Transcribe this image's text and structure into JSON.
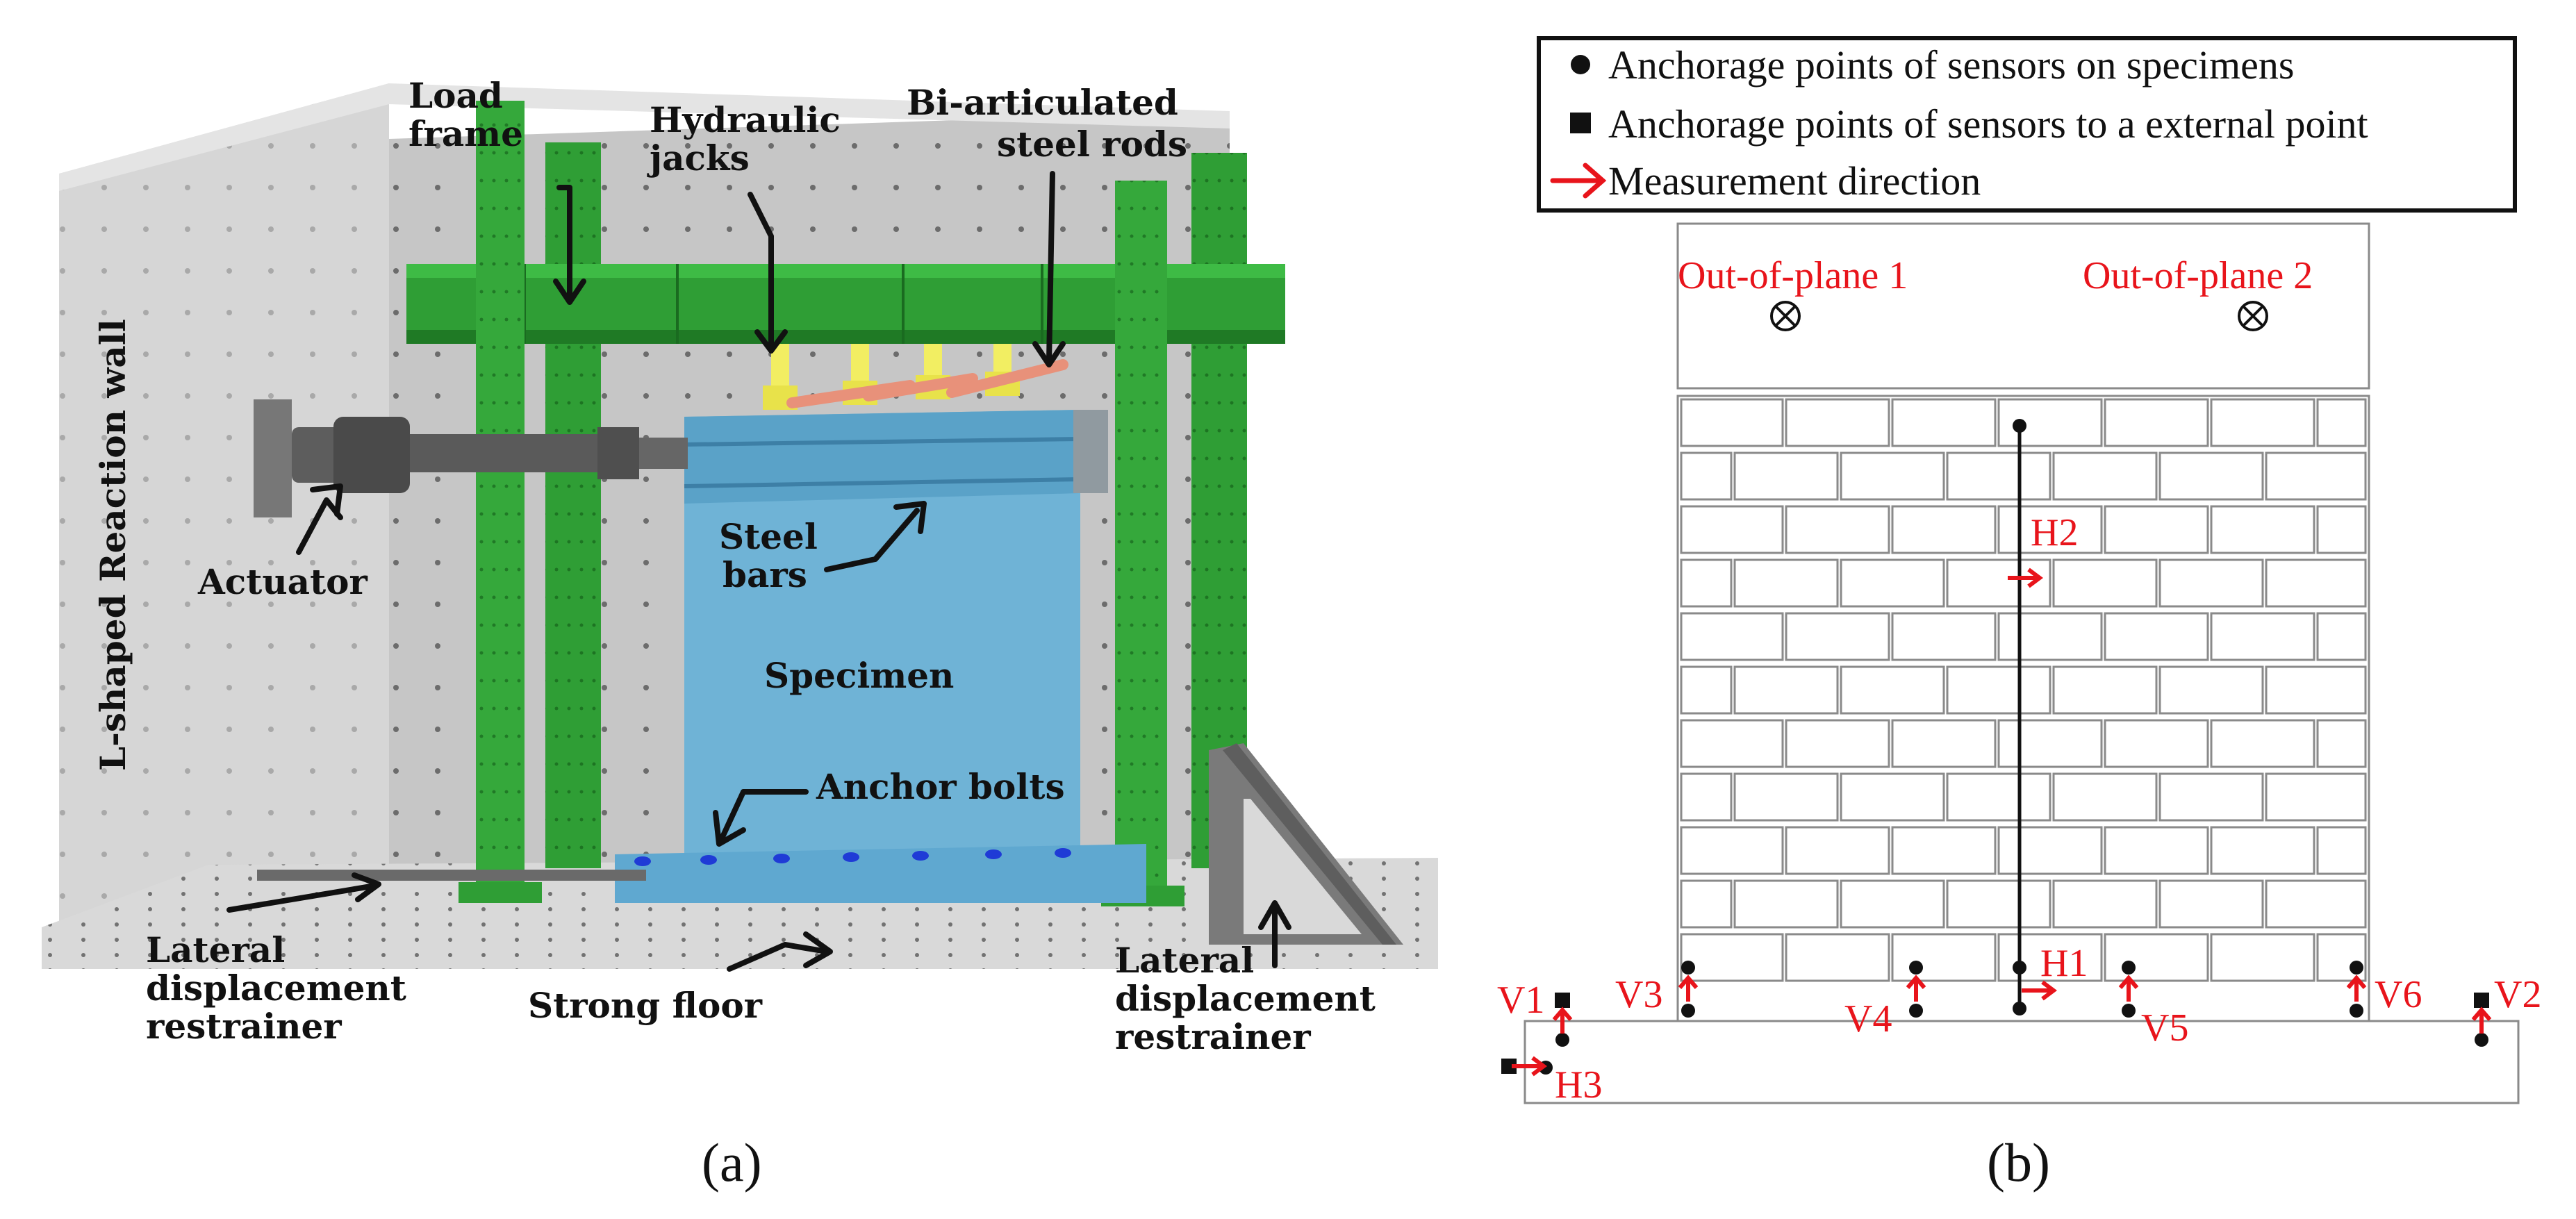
{
  "panel_a": {
    "caption": "(a)",
    "labels": {
      "reaction_wall": "L-shaped Reaction wall",
      "load_frame_1": "Load",
      "load_frame_2": "frame",
      "hydraulic_1": "Hydraulic",
      "hydraulic_2": "jacks",
      "rods_1": "Bi-articulated",
      "rods_2": "steel rods",
      "actuator": "Actuator",
      "steel_1": "Steel",
      "steel_2": "bars",
      "specimen": "Specimen",
      "anchor": "Anchor bolts",
      "lat_left_1": "Lateral",
      "lat_left_2": "displacement",
      "lat_left_3": "restrainer",
      "strong_floor": "Strong floor",
      "lat_right_1": "Lateral",
      "lat_right_2": "displacement",
      "lat_right_3": "restrainer"
    },
    "colors": {
      "frame": "#2f9e35",
      "specimen": "#6fb3d6",
      "jack": "#f2ee62",
      "rod": "#e8917a",
      "wall": "#c9c9c9"
    }
  },
  "panel_b": {
    "caption": "(b)",
    "legend": {
      "circle": "Anchorage points of sensors on specimens",
      "square": "Anchorage points of sensors to a external point",
      "arrow": "Measurement direction"
    },
    "oop1": "Out-of-plane 1",
    "oop2": "Out-of-plane 2",
    "sensors": {
      "h1": "H1",
      "h2": "H2",
      "h3": "H3",
      "v1": "V1",
      "v2": "V2",
      "v3": "V3",
      "v4": "V4",
      "v5": "V5",
      "v6": "V6"
    },
    "colors": {
      "sensor_label": "#e8141b",
      "outline": "#8a8a8a"
    }
  }
}
